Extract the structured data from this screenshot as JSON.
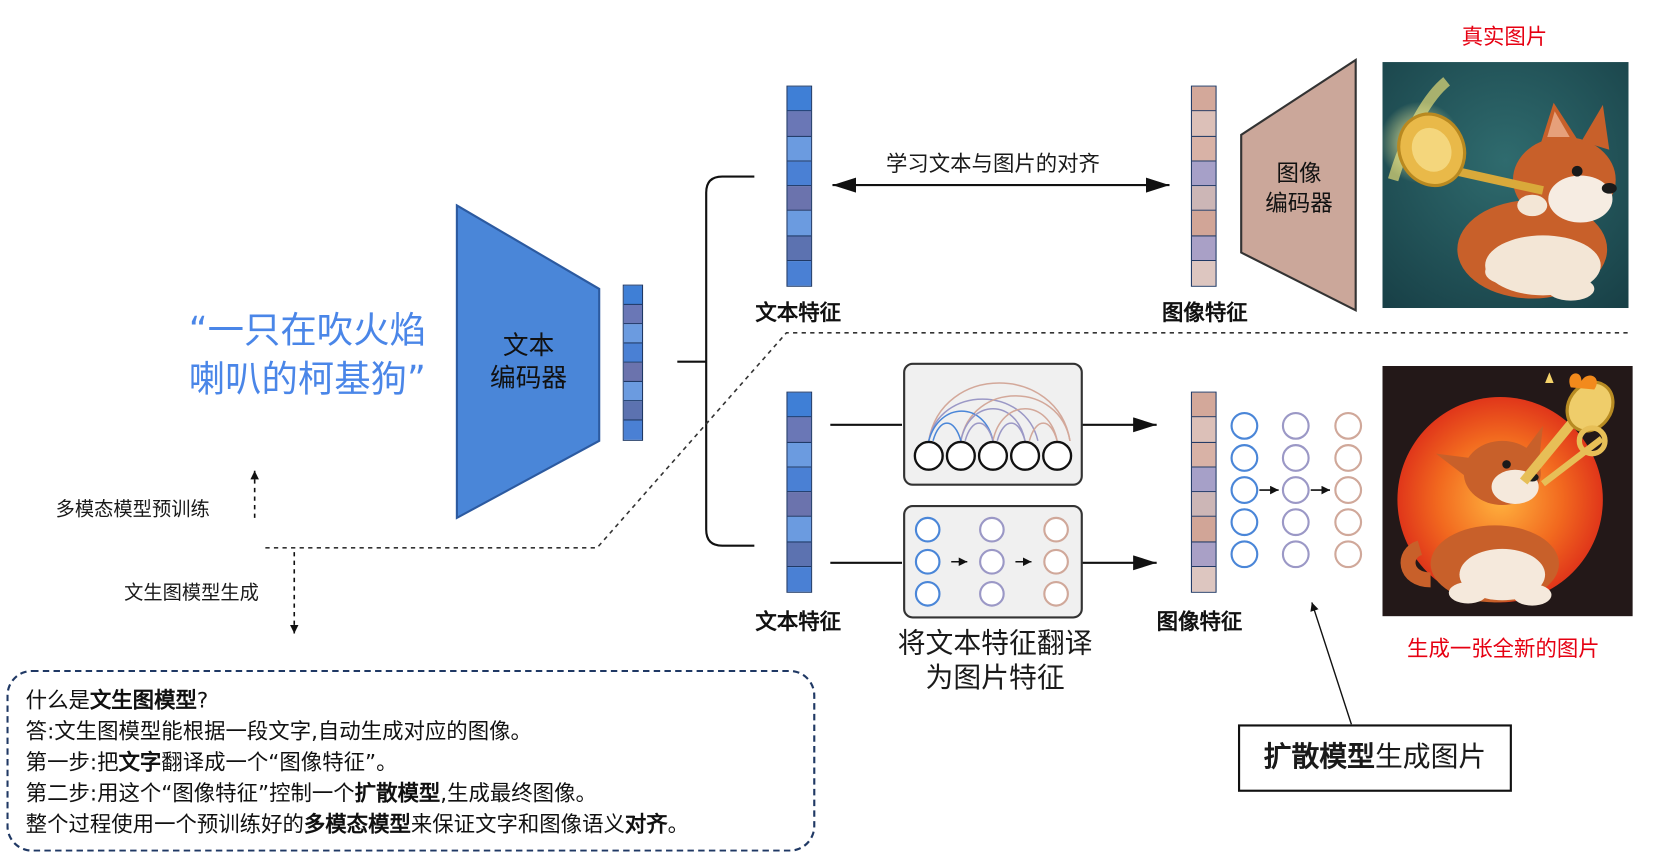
{
  "prompt_text": {
    "line1": "“一只在吹火焰",
    "line2": "喇叭的柯基狗”"
  },
  "text_encoder": {
    "line1": "文本",
    "line2": "编码器"
  },
  "image_encoder": {
    "line1": "图像",
    "line2": "编码器"
  },
  "labels": {
    "text_feature_top": "文本特征",
    "image_feature_top": "图像特征",
    "text_feature_bottom": "文本特征",
    "image_feature_bottom": "图像特征",
    "align": "学习文本与图片的对齐",
    "real_image": "真实图片",
    "generated_image": "生成一张全新的图片",
    "translate_line1": "将文本特征翻译",
    "translate_line2": "为图片特征",
    "pretrain": "多模态模型预训练",
    "generation": "文生图模型生成"
  },
  "diffusion_callout": {
    "bold": "扩散模型",
    "rest": "生成图片"
  },
  "faq": {
    "l1_pre": "什么是",
    "l1_bold": "文生图模型",
    "l1_post": "?",
    "l2": "答:文生图模型能根据一段文字,自动生成对应的图像。",
    "l3_pre": "第一步:把",
    "l3_bold": "文字",
    "l3_post": "翻译成一个“图像特征”。",
    "l4_pre": "第二步:用这个“图像特征”控制一个",
    "l4_bold": "扩散模型",
    "l4_post": ",生成最终图像。",
    "l5_pre": "整个过程使用一个预训练好的",
    "l5_bold1": "多模态模型",
    "l5_mid": "来保证文字和图像语义",
    "l5_bold2": "对齐",
    "l5_post": "。"
  },
  "colors": {
    "text_encoder_fill": "#4a86d8",
    "image_encoder_fill": "#cba79a",
    "accent_red": "#e60012",
    "node_blue": "#4a86d8",
    "node_purple": "#9b98c6",
    "node_tan": "#d0a89a",
    "vector_text": [
      "#3f7fd6",
      "#6a77b6",
      "#6b9be0",
      "#4a80d4",
      "#6b73ad",
      "#6b9be0",
      "#5c72b0",
      "#4a80d4"
    ],
    "vector_image": [
      "#d3a89a",
      "#dcc0b8",
      "#d8b2a6",
      "#a6a0c8",
      "#ccb6b6",
      "#d1a597",
      "#a9a0c6",
      "#ddc6c0"
    ]
  }
}
